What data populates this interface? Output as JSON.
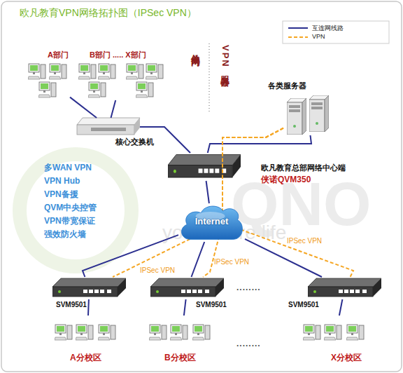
{
  "diagram": {
    "title": "欧凡教育VPN网络拓扑图（IPSec VPN）",
    "nodes": [
      {
        "text": [
          "A部门"
        ]
      },
      {
        "text": [
          "B部门 ..... X部门"
        ]
      },
      {
        "text": [
          "核心交换机"
        ]
      },
      {
        "text": [
          "各类服务器"
        ]
      },
      {
        "text": [
          "欧凡教育总部网络中心端",
          "侠诺QVM350"
        ]
      },
      {
        "text": [
          "Internet"
        ]
      },
      {
        "text": [
          "SVM9501"
        ]
      },
      {
        "text": [
          "A分校区"
        ]
      },
      {
        "text": [
          "SVM9501"
        ]
      },
      {
        "text": [
          "B分校区"
        ]
      },
      {
        "text": [
          "SVM9501"
        ]
      },
      {
        "text": [
          "X分校区"
        ]
      }
    ],
    "edges": [
      {
        "from": 0,
        "to": 2,
        "arrow": "none"
      },
      {
        "from": 1,
        "to": 2,
        "arrow": "none"
      },
      {
        "from": 2,
        "to": 4,
        "arrow": "none"
      },
      {
        "from": 4,
        "to": 3,
        "arrow": "none"
      },
      {
        "from": 4,
        "to": 5,
        "arrow": "none"
      },
      {
        "from": 5,
        "to": 6,
        "arrow": "none"
      },
      {
        "from": 5,
        "to": 8,
        "arrow": "none"
      },
      {
        "from": 5,
        "to": 10,
        "arrow": "none"
      },
      {
        "from": 6,
        "to": 7,
        "arrow": "none"
      },
      {
        "from": 8,
        "to": 9,
        "arrow": "none"
      },
      {
        "from": 10,
        "to": 11,
        "arrow": "none"
      },
      {
        "from": 3,
        "to": 6,
        "label": "IPSec VPN",
        "arrow": "none"
      },
      {
        "from": 3,
        "to": 8,
        "label": "IPSec VPN",
        "arrow": "none"
      },
      {
        "from": 3,
        "to": 10,
        "label": "IPSec VPN",
        "arrow": "none"
      }
    ],
    "labels": [
      "单位内网",
      "VPN服务器",
      "多WAN VPN",
      "VPN Hub",
      "VPN备援",
      "QVM中央控管",
      "VPN带宽保证",
      "强效防火墙",
      "........",
      "........",
      "QNO",
      "your future life"
    ],
    "legend": [
      {
        "text": "互连网线路"
      },
      {
        "text": "VPN"
      }
    ]
  }
}
